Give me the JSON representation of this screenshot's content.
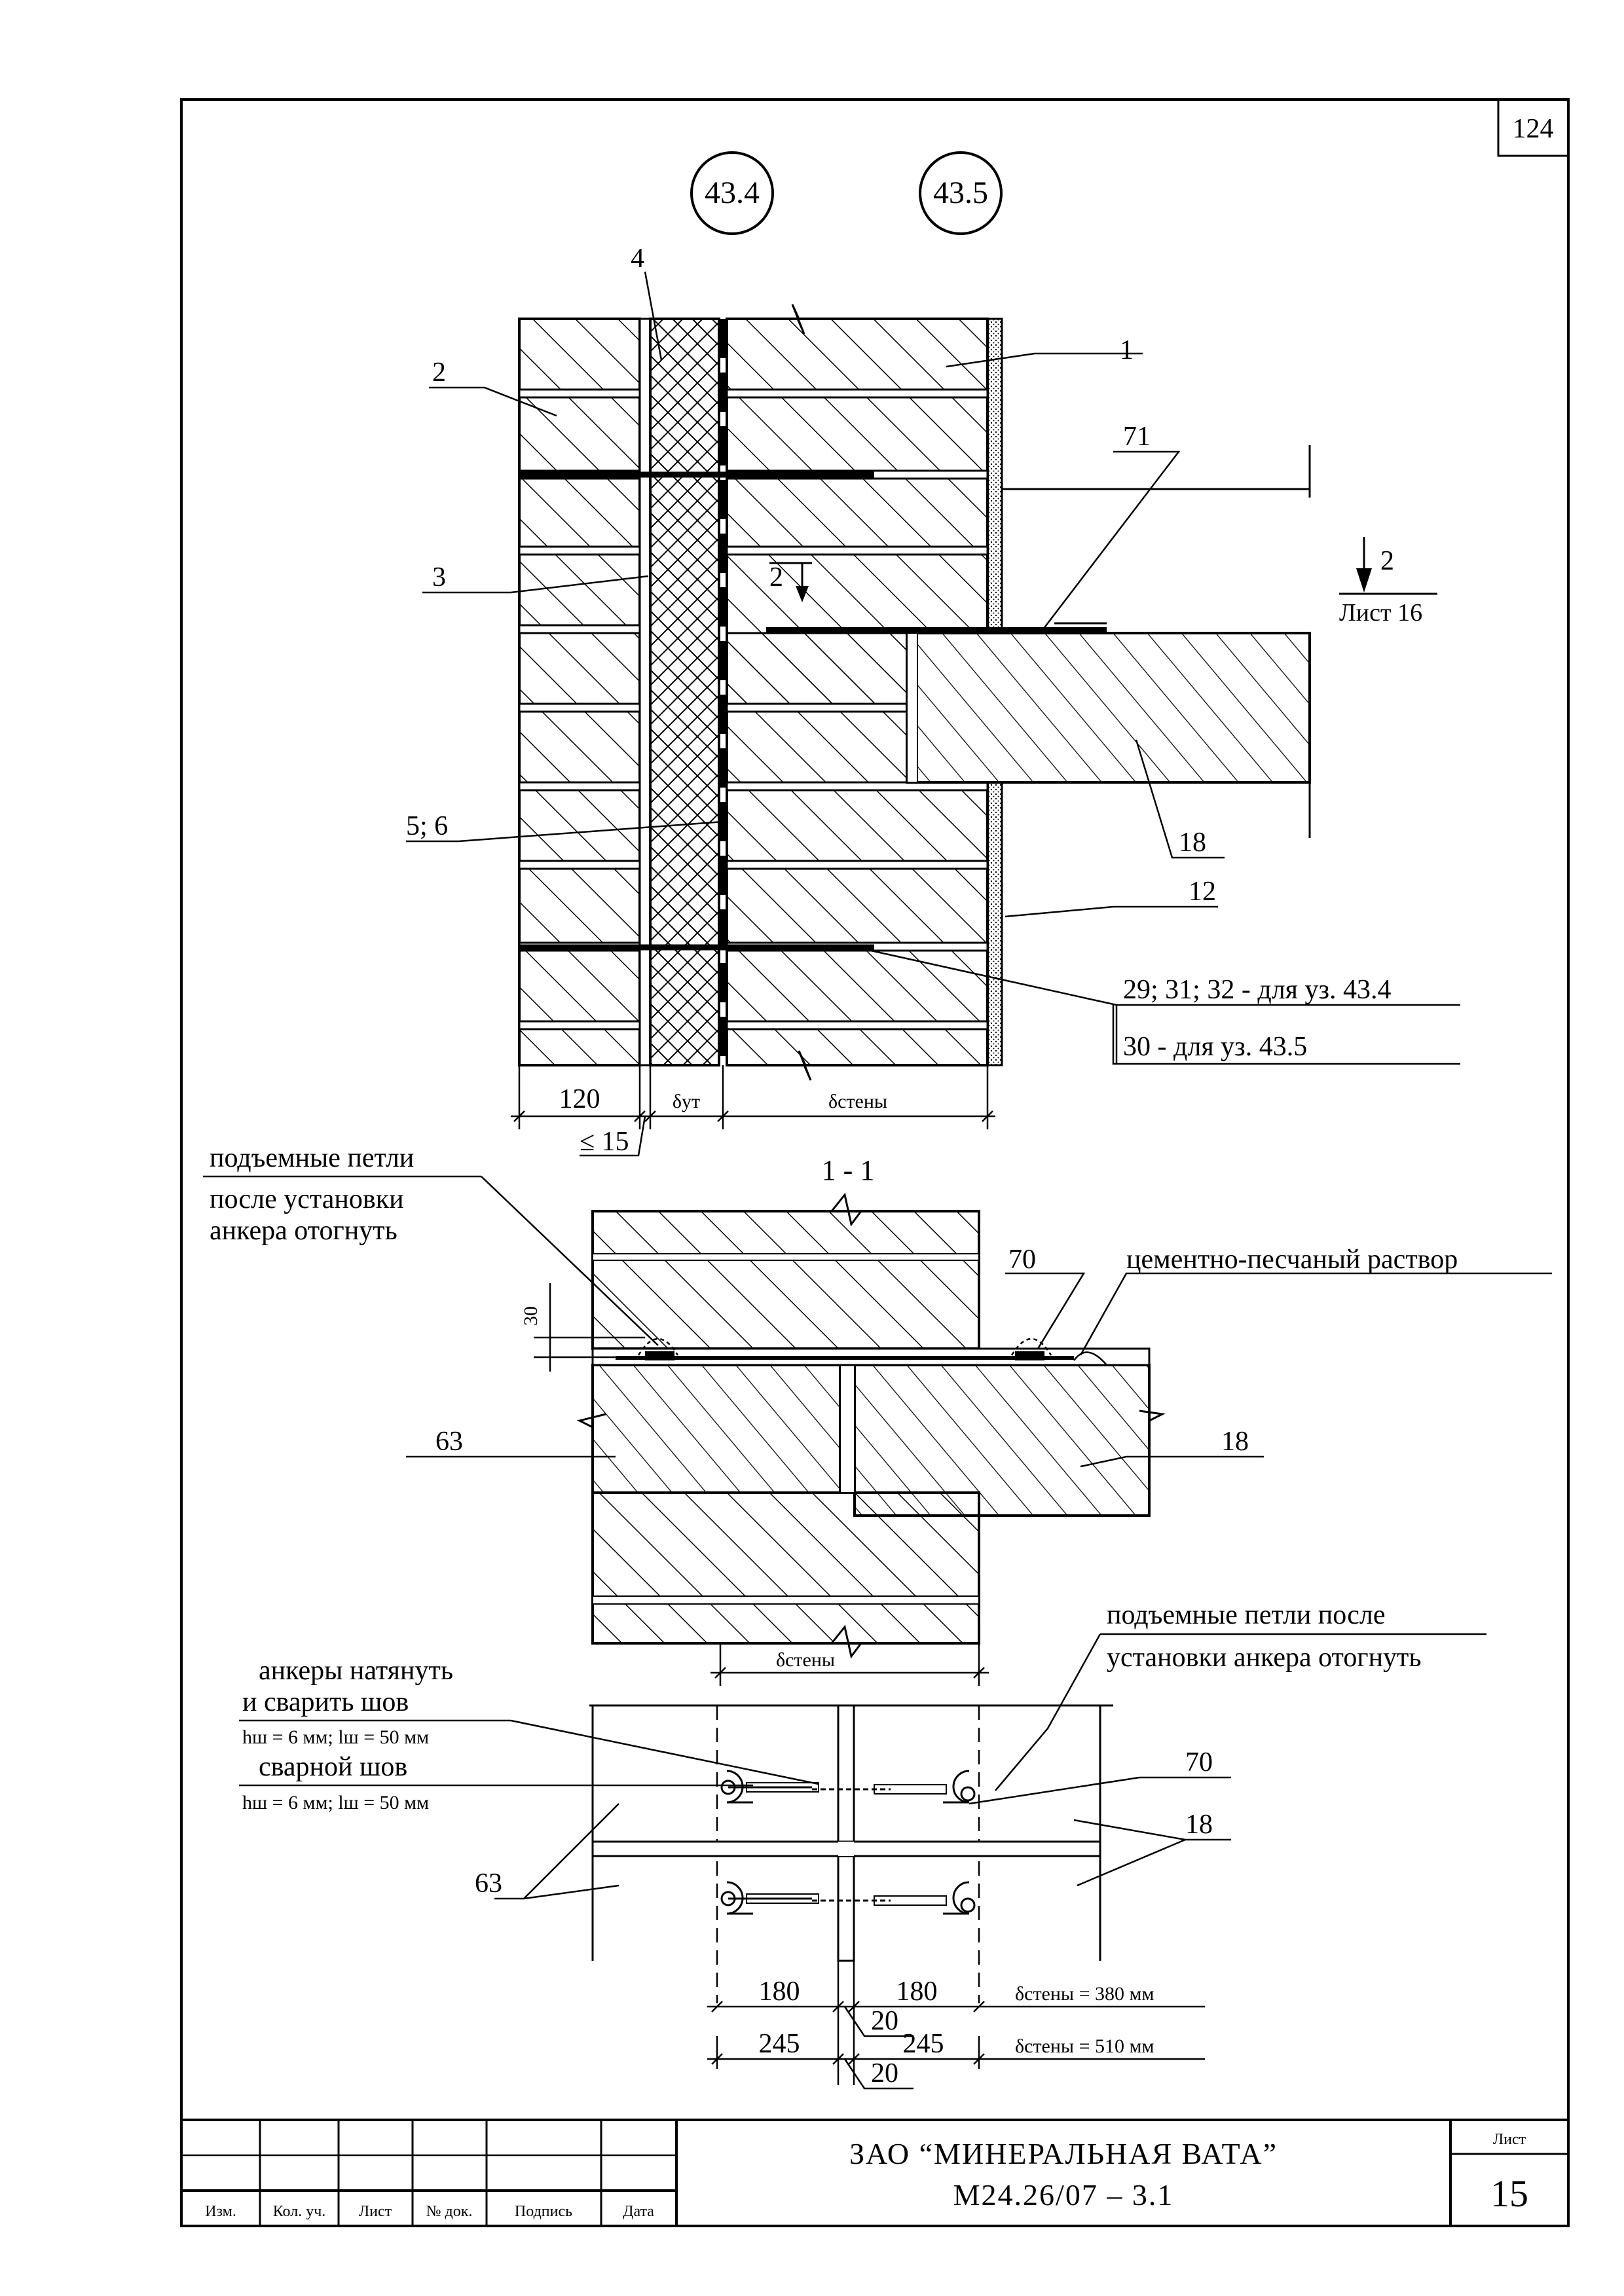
{
  "sheet_number_corner": "124",
  "node_marks": [
    "43.4",
    "43.5"
  ],
  "top_view": {
    "callouts": [
      "1",
      "2",
      "3",
      "4",
      "71",
      "5; 6",
      "18",
      "12"
    ],
    "section_mark_a": "2",
    "section_mark_b": "2",
    "section_sheet_ref": "Лист 16",
    "note_node_43_4": "29; 31; 32 - для уз. 43.4",
    "note_node_43_5": "30 - для уз. 43.5",
    "dim_120": "120",
    "dim_insulation": "δут",
    "dim_wall": "δстены",
    "dim_le15": "≤ 15"
  },
  "section_1_1": {
    "title": "1 - 1",
    "note_loops": [
      "подъемные петли",
      "после установки",
      "анкера отогнуть"
    ],
    "dim_30": "30",
    "callout_70": "70",
    "mortar_label": "цементно-песчаный раствор",
    "callout_63": "63",
    "callout_18": "18",
    "dim_wall": "δстены"
  },
  "plan_view": {
    "note_loops_right": [
      "подъемные петли после",
      "установки анкера отогнуть"
    ],
    "note_anchors": [
      "анкеры натянуть",
      "и сварить шов"
    ],
    "weld_spec_1": "hш = 6 мм; lш = 50 мм",
    "weld_label": "сварной шов",
    "weld_spec_2": "hш = 6 мм; lш = 50 мм",
    "callout_70": "70",
    "callout_18": "18",
    "callout_63": "63",
    "dims_row1": [
      "180",
      "180"
    ],
    "wall_380": "δстены = 380 мм",
    "gap_20_a": "20",
    "dims_row2": [
      "245",
      "245"
    ],
    "wall_510": "δстены = 510 мм",
    "gap_20_b": "20"
  },
  "title_block": {
    "columns": [
      "Изм.",
      "Кол. уч.",
      "Лист",
      "№ док.",
      "Подпись",
      "Дата"
    ],
    "company": "ЗАО “МИНЕРАЛЬНАЯ ВАТА”",
    "code": "М24.26/07 – 3.1",
    "sheet_label": "Лист",
    "sheet_number": "15"
  }
}
